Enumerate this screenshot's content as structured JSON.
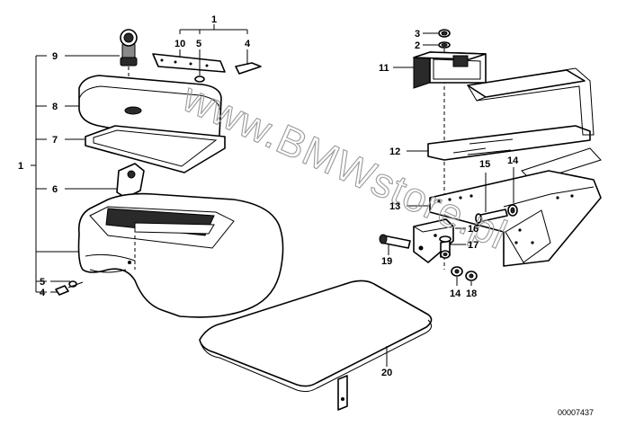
{
  "callouts": {
    "c1_top": "1",
    "c10": "10",
    "c5_top": "5",
    "c4_top": "4",
    "c9": "9",
    "c8": "8",
    "c7": "7",
    "c1_left": "1",
    "c6": "6",
    "c5_bottom": "5",
    "c4_bottom": "4",
    "c3": "3",
    "c2": "2",
    "c11": "11",
    "c12": "12",
    "c15": "15",
    "c14_top": "14",
    "c13": "13",
    "c16": "16",
    "c17": "17",
    "c19": "19",
    "c14_bottom": "14",
    "c18": "18",
    "c20": "20"
  },
  "watermark": "www.BMWstore.pl",
  "diagram_ref": "00007437"
}
